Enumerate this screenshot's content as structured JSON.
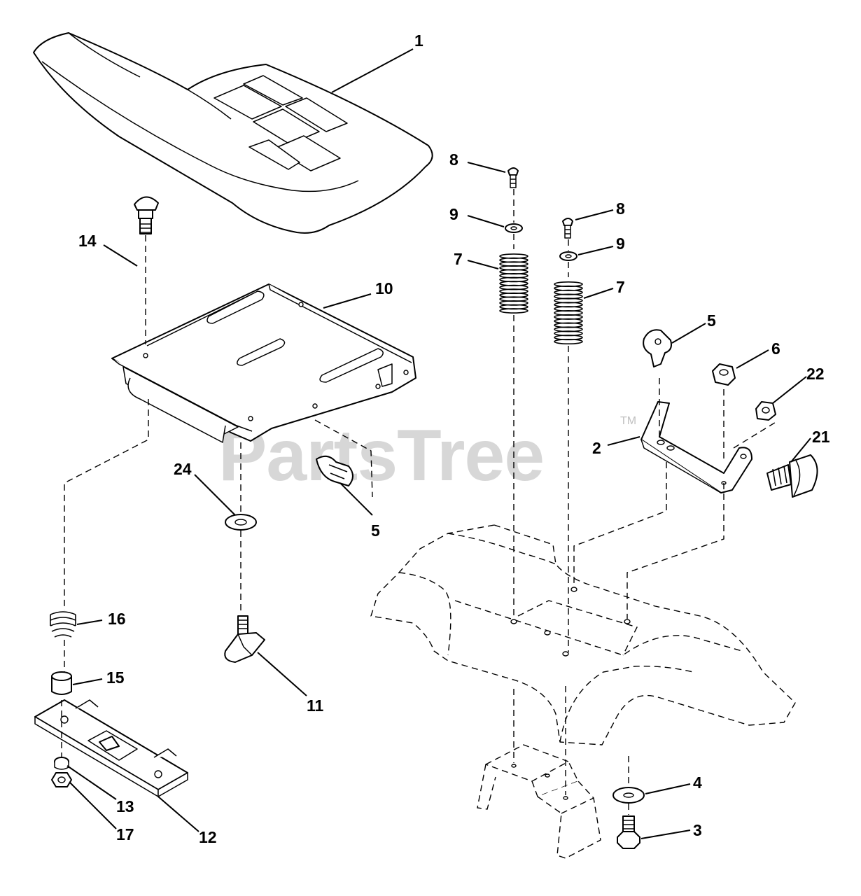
{
  "watermark": {
    "brand": "PartsTree",
    "trademark": "TM",
    "color": "#c9c9c9"
  },
  "callouts": [
    {
      "id": "c1",
      "label": "1",
      "part": "seat"
    },
    {
      "id": "c14",
      "label": "14",
      "part": "carriage-bolt"
    },
    {
      "id": "c10",
      "label": "10",
      "part": "seat-pan"
    },
    {
      "id": "c8a",
      "label": "8",
      "part": "screw"
    },
    {
      "id": "c9a",
      "label": "9",
      "part": "washer"
    },
    {
      "id": "c7a",
      "label": "7",
      "part": "spring"
    },
    {
      "id": "c8b",
      "label": "8",
      "part": "screw"
    },
    {
      "id": "c9b",
      "label": "9",
      "part": "washer"
    },
    {
      "id": "c7b",
      "label": "7",
      "part": "spring"
    },
    {
      "id": "c5a",
      "label": "5",
      "part": "clip"
    },
    {
      "id": "c6",
      "label": "6",
      "part": "nut"
    },
    {
      "id": "c22",
      "label": "22",
      "part": "nut"
    },
    {
      "id": "c2",
      "label": "2",
      "part": "bracket"
    },
    {
      "id": "c21",
      "label": "21",
      "part": "bolt"
    },
    {
      "id": "c24",
      "label": "24",
      "part": "washer"
    },
    {
      "id": "c5b",
      "label": "5",
      "part": "clip"
    },
    {
      "id": "c16",
      "label": "16",
      "part": "spring"
    },
    {
      "id": "c15",
      "label": "15",
      "part": "spacer"
    },
    {
      "id": "c11",
      "label": "11",
      "part": "knob"
    },
    {
      "id": "c13",
      "label": "13",
      "part": "bushing"
    },
    {
      "id": "c17",
      "label": "17",
      "part": "nut"
    },
    {
      "id": "c12",
      "label": "12",
      "part": "plate"
    },
    {
      "id": "c4",
      "label": "4",
      "part": "washer"
    },
    {
      "id": "c3",
      "label": "3",
      "part": "bolt"
    }
  ]
}
